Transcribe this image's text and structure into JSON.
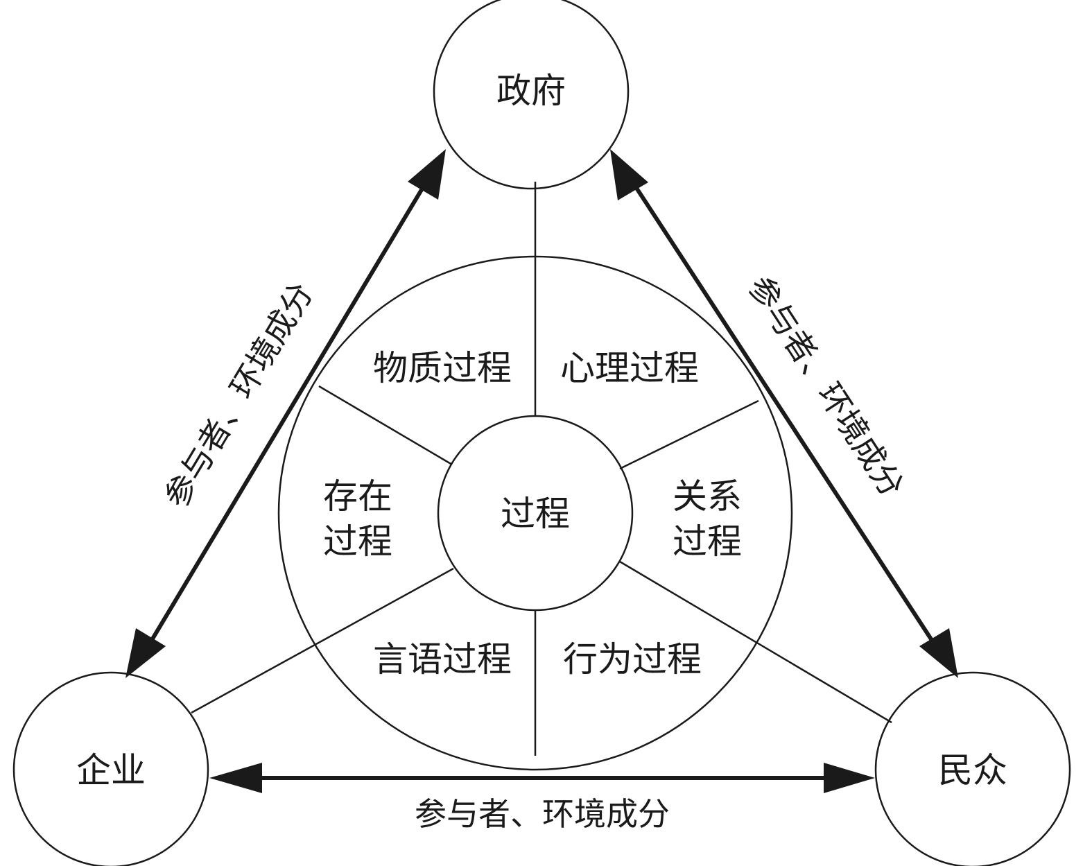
{
  "nodes": {
    "government": "政府",
    "enterprise": "企业",
    "public": "民众"
  },
  "center": "过程",
  "segments": {
    "material": "物质过程",
    "mental": "心理过程",
    "existential_line1": "存在",
    "existential_line2": "过程",
    "relational_line1": "关系",
    "relational_line2": "过程",
    "verbal": "言语过程",
    "behavioral": "行为过程"
  },
  "edges": {
    "left": "参与者、环境成分",
    "right": "参与者、环境成分",
    "bottom": "参与者、环境成分"
  }
}
